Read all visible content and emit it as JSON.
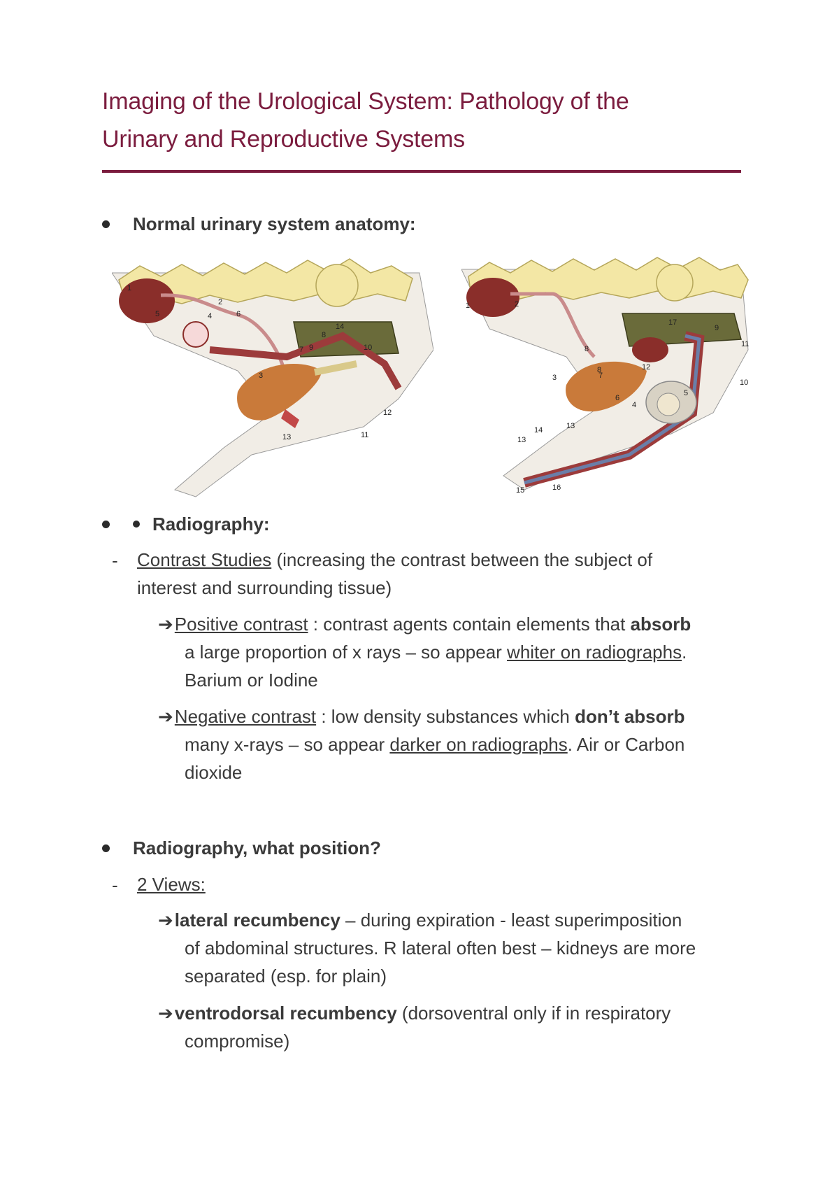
{
  "title": {
    "line1": "Imaging of the Urological System: Pathology of the",
    "line2": "Urinary and Reproductive Systems"
  },
  "section1": {
    "heading": "Normal urinary system anatomy:"
  },
  "figure_left": {
    "labels": [
      "1",
      "2",
      "3",
      "4",
      "5",
      "6",
      "7",
      "8",
      "9",
      "10",
      "11",
      "12",
      "13",
      "14"
    ]
  },
  "figure_right": {
    "labels": [
      "1",
      "2",
      "3",
      "4",
      "5",
      "6",
      "7",
      "8",
      "9",
      "10",
      "11",
      "12",
      "13",
      "14",
      "15",
      "16",
      "17",
      "8",
      "13"
    ]
  },
  "section2": {
    "heading": "Radiography:",
    "dash": "-",
    "contrast_label": "Contrast Studies",
    "contrast_rest_line1": " (increasing the contrast between the subject of",
    "contrast_rest_line2": "interest and surrounding tissue)",
    "arrow_glyph": "➔",
    "positive": {
      "label": "Positive contrast",
      "text1": " : contrast agents contain elements that ",
      "bold1": "absorb",
      "text2": "a large proportion of x rays – so appear ",
      "underline": "whiter on radiographs",
      "text3": ".",
      "text4": "Barium or Iodine"
    },
    "negative": {
      "label": "Negative contrast",
      "text1": " : low density substances which ",
      "bold1": "don’t absorb",
      "text2": "many x-rays – so appear ",
      "underline": "darker on radiographs",
      "text3": ". Air or Carbon",
      "text4": "dioxide"
    }
  },
  "section3": {
    "heading": "Radiography, what position?",
    "dash": "-",
    "views_label": "2 Views:",
    "lateral": {
      "bold": "lateral recumbency",
      "text1": " – during expiration - least superimposition",
      "text2": "of abdominal structures. R lateral often best – kidneys are more",
      "text3": "separated (esp. for plain)"
    },
    "ventrodorsal": {
      "bold": "ventrodorsal recumbency",
      "text1": " (dorsoventral only if in respiratory",
      "text2": "compromise)"
    }
  },
  "colors": {
    "title": "#7b1c3e",
    "text": "#3a3a3a",
    "bone": "#f3e7a5",
    "kidney": "#8a2e2a",
    "bladder": "#c97a3a",
    "urethra": "#9c3b3b",
    "rectum": "#6a6b3a"
  }
}
